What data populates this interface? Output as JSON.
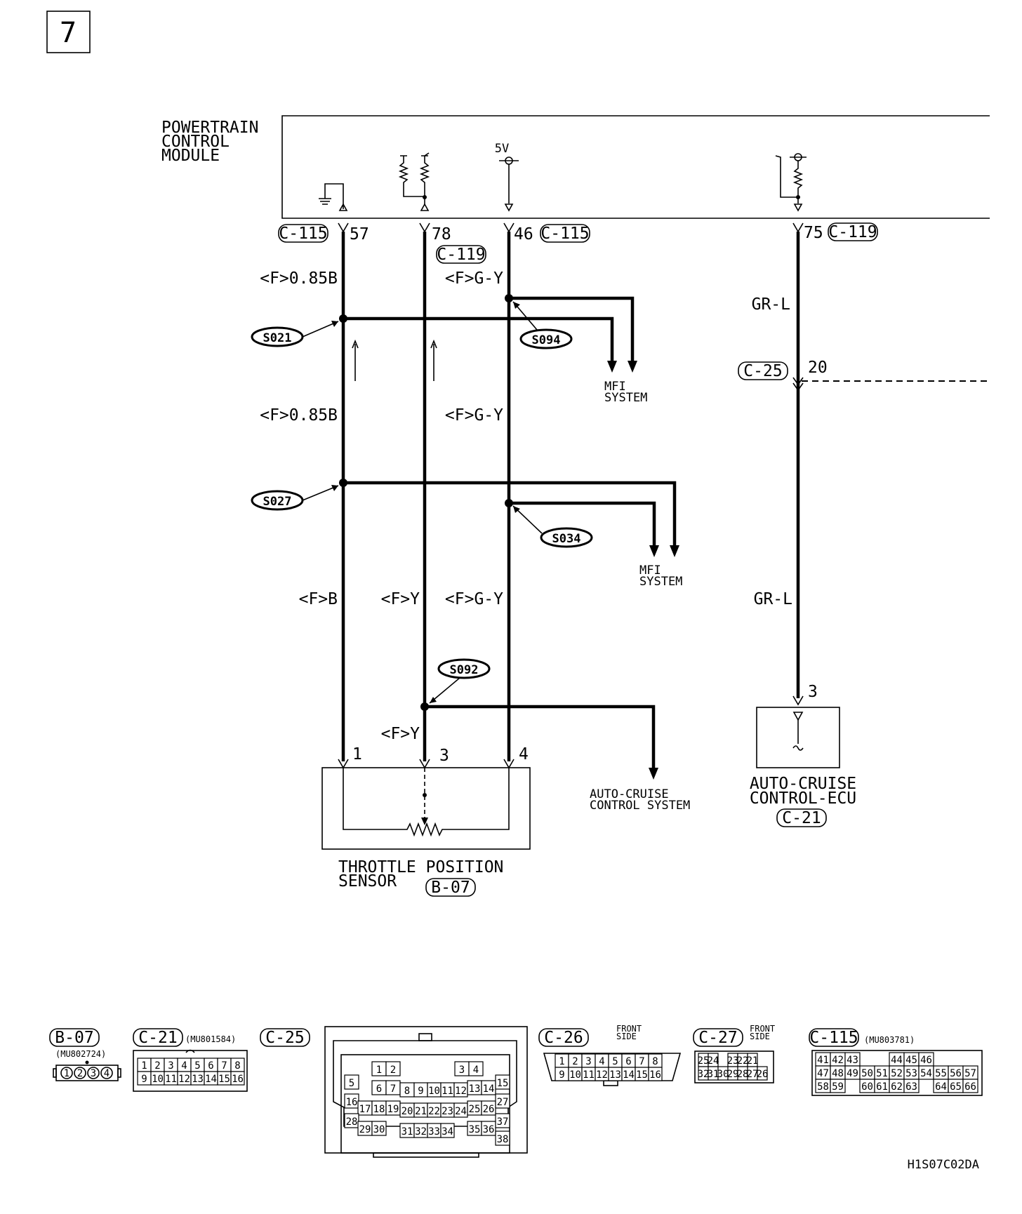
{
  "page_number": "7",
  "diagram_code": "H1S07C02DA",
  "pcm": {
    "title_lines": [
      "POWERTRAIN",
      "CONTROL",
      "MODULE"
    ],
    "supply_label": "5V"
  },
  "pins": {
    "p57": {
      "connector": "C-115",
      "number": "57"
    },
    "p78": {
      "connector": "C-119",
      "number": "78"
    },
    "p46": {
      "connector": "C-115",
      "number": "46"
    },
    "p75": {
      "connector": "C-119",
      "number": "75"
    }
  },
  "wires": {
    "w57_top": "<F>0.85B",
    "w57_mid": "<F>0.85B",
    "w57_low": "<F>B",
    "w78_low": "<F>Y",
    "w78_bot": "<F>Y",
    "w46_top": "<F>G-Y",
    "w46_mid": "<F>G-Y",
    "w46_low": "<F>G-Y",
    "w75_top": "GR-L",
    "w75_low": "GR-L"
  },
  "splices": [
    "S021",
    "S094",
    "S027",
    "S034",
    "S092"
  ],
  "destinations": {
    "mfi1": [
      "MFI",
      "SYSTEM"
    ],
    "mfi2": [
      "MFI",
      "SYSTEM"
    ],
    "acc": [
      "AUTO-CRUISE",
      "CONTROL SYSTEM"
    ]
  },
  "c25": {
    "connector": "C-25",
    "pin": "20"
  },
  "tps": {
    "title_lines": [
      "THROTTLE POSITION",
      "SENSOR"
    ],
    "connector": "B-07",
    "pins": [
      "1",
      "3",
      "4"
    ]
  },
  "ecu": {
    "title_lines": [
      "AUTO-CRUISE",
      "CONTROL-ECU"
    ],
    "connector": "C-21",
    "pin": "3"
  },
  "connector_views": {
    "b07": {
      "name": "B-07",
      "part": "(MU802724)",
      "pins": [
        "1",
        "2",
        "3",
        "4"
      ]
    },
    "c21": {
      "name": "C-21",
      "part": "(MU801584)",
      "rows": [
        [
          "1",
          "2",
          "3",
          "4",
          "5",
          "6",
          "7",
          "8"
        ],
        [
          "9",
          "10",
          "11",
          "12",
          "13",
          "14",
          "15",
          "16"
        ]
      ]
    },
    "c25": {
      "name": "C-25",
      "pins": [
        "1",
        "2",
        "3",
        "4",
        "5",
        "6",
        "7",
        "8",
        "9",
        "10",
        "11",
        "12",
        "13",
        "14",
        "15",
        "16",
        "17",
        "18",
        "19",
        "20",
        "21",
        "22",
        "23",
        "24",
        "25",
        "26",
        "27",
        "28",
        "29",
        "30",
        "31",
        "32",
        "33",
        "34",
        "35",
        "36",
        "37",
        "38"
      ]
    },
    "c26": {
      "name": "C-26",
      "note": [
        "FRONT",
        "SIDE"
      ],
      "rows": [
        [
          "1",
          "2",
          "3",
          "4",
          "5",
          "6",
          "7",
          "8"
        ],
        [
          "9",
          "10",
          "11",
          "12",
          "13",
          "14",
          "15",
          "16"
        ]
      ]
    },
    "c27": {
      "name": "C-27",
      "note": [
        "FRONT",
        "SIDE"
      ],
      "rows": [
        [
          "25",
          "24",
          "",
          "23",
          "22",
          "21"
        ],
        [
          "32",
          "31",
          "30",
          "29",
          "28",
          "27",
          "26"
        ]
      ]
    },
    "c115": {
      "name": "C-115",
      "part": "(MU803781)",
      "rows": [
        [
          "41",
          "42",
          "43",
          "",
          "",
          "44",
          "45",
          "46"
        ],
        [
          "47",
          "48",
          "49",
          "50",
          "51",
          "52",
          "53",
          "54",
          "55",
          "56",
          "57"
        ],
        [
          "58",
          "59",
          "",
          "60",
          "61",
          "62",
          "63",
          "",
          "64",
          "65",
          "66"
        ]
      ]
    }
  }
}
